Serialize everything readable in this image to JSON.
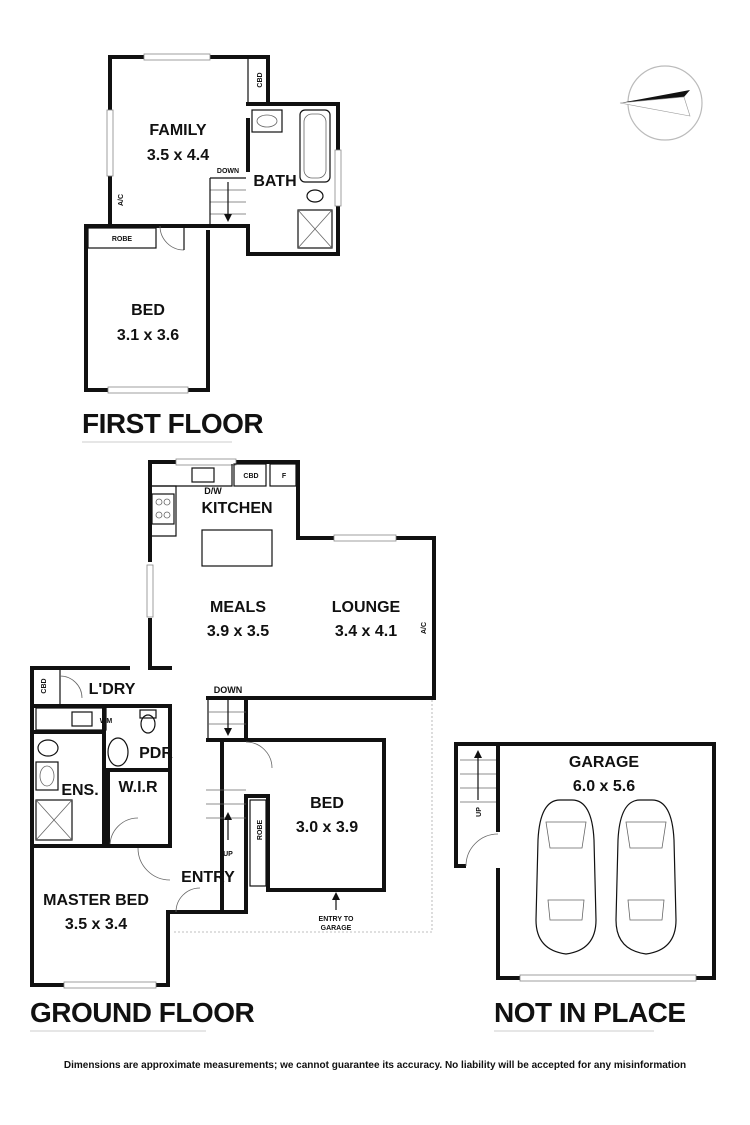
{
  "first_floor": {
    "title": "FIRST FLOOR",
    "rooms": {
      "family_name": "FAMILY",
      "family_dim": "3.5 x 4.4",
      "bath_name": "BATH",
      "bed_name": "BED",
      "bed_dim": "3.1 x 3.6"
    },
    "labels": {
      "cbd": "CBD",
      "ac": "A/C",
      "robe": "ROBE",
      "down": "DOWN"
    }
  },
  "ground_floor": {
    "title": "GROUND FLOOR",
    "rooms": {
      "kitchen_name": "KITCHEN",
      "meals_name": "MEALS",
      "meals_dim": "3.9 x 3.5",
      "lounge_name": "LOUNGE",
      "lounge_dim": "3.4 x 4.1",
      "laundry_name": "L'DRY",
      "powder_name": "PDR",
      "ensuite_name": "ENS.",
      "wir_name": "W.I.R",
      "bed_name": "BED",
      "bed_dim": "3.0 x 3.9",
      "entry_name": "ENTRY",
      "master_name": "MASTER BED",
      "master_dim": "3.5 x 3.4"
    },
    "labels": {
      "cbd": "CBD",
      "f": "F",
      "dw": "D/W",
      "ac": "A/C",
      "wm": "WM",
      "down": "DOWN",
      "up": "UP",
      "robe": "ROBE",
      "entry_to_garage_1": "ENTRY TO",
      "entry_to_garage_2": "GARAGE"
    }
  },
  "garage": {
    "title": "NOT IN PLACE",
    "name": "GARAGE",
    "dim": "6.0 x 5.6",
    "up": "UP"
  },
  "disclaimer": "Dimensions are approximate measurements; we cannot guarantee its accuracy. No liability will be accepted for any misinformation"
}
